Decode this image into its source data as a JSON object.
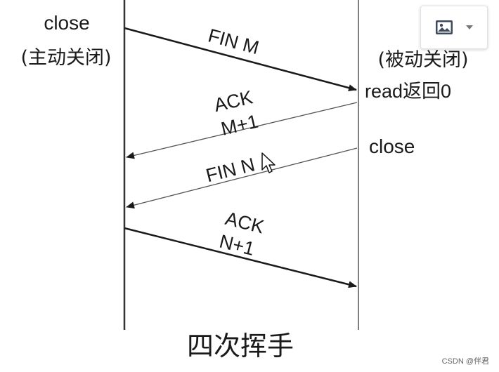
{
  "diagram": {
    "title": "四次挥手",
    "left": {
      "action": "close",
      "role": "(主动关闭)"
    },
    "right": {
      "role": "(被动关闭)",
      "read_return": "read返回0",
      "action": "close"
    },
    "messages": [
      {
        "lines": [
          "FIN M"
        ],
        "direction": "left-to-right"
      },
      {
        "lines": [
          "ACK",
          "M+1"
        ],
        "direction": "right-to-left"
      },
      {
        "lines": [
          "FIN N"
        ],
        "direction": "right-to-left"
      },
      {
        "lines": [
          "ACK",
          "N+1"
        ],
        "direction": "left-to-right"
      }
    ]
  },
  "toolbar": {
    "image_icon": "image-icon",
    "caret_icon": "chevron-down-icon"
  },
  "watermark": "CSDN @伴君",
  "colors": {
    "line": "#333333",
    "text": "#1a1a1a"
  }
}
